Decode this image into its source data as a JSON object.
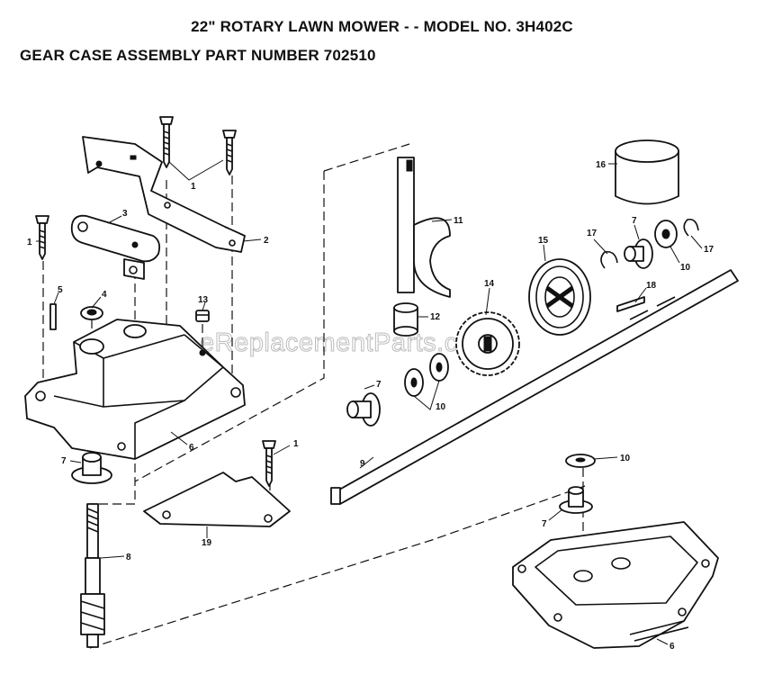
{
  "header": {
    "title": "22\" ROTARY LAWN MOWER - - MODEL NO. 3H402C",
    "subtitle": "GEAR CASE ASSEMBLY PART NUMBER 702510"
  },
  "watermark": "eReplacementParts.com",
  "callouts": {
    "c1a": "1",
    "c1b": "1",
    "c1c": "1",
    "c2": "2",
    "c3": "3",
    "c4": "4",
    "c5": "5",
    "c6a": "6",
    "c6b": "6",
    "c7a": "7",
    "c7b": "7",
    "c7c": "7",
    "c7d": "7",
    "c8": "8",
    "c9": "9",
    "c10a": "10",
    "c10b": "10",
    "c10c": "10",
    "c11": "11",
    "c12": "12",
    "c13": "13",
    "c14": "14",
    "c15": "15",
    "c16": "16",
    "c17a": "17",
    "c17b": "17",
    "c18": "18",
    "c19": "19"
  }
}
